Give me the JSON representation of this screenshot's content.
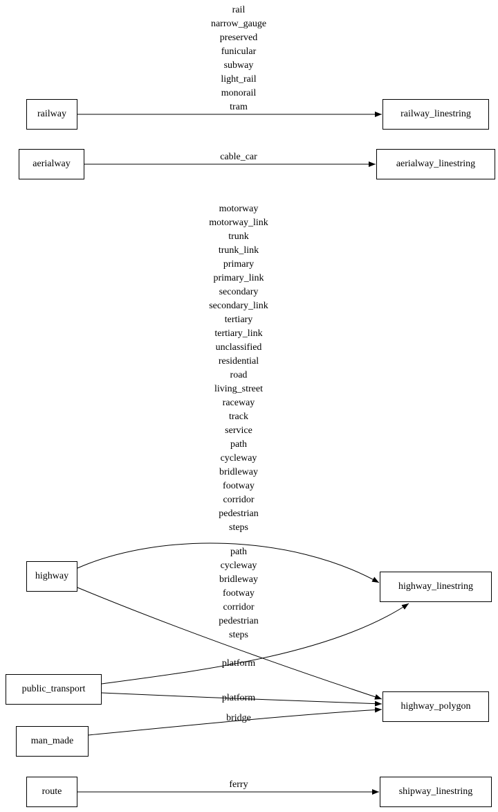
{
  "diagram": {
    "nodes": {
      "railway": "railway",
      "railway_linestring": "railway_linestring",
      "aerialway": "aerialway",
      "aerialway_linestring": "aerialway_linestring",
      "highway": "highway",
      "highway_linestring": "highway_linestring",
      "public_transport": "public_transport",
      "highway_polygon": "highway_polygon",
      "man_made": "man_made",
      "route": "route",
      "shipway_linestring": "shipway_linestring"
    },
    "edges": {
      "railway_to_railway_linestring": {
        "from": "railway",
        "to": "railway_linestring",
        "labels": [
          "rail",
          "narrow_gauge",
          "preserved",
          "funicular",
          "subway",
          "light_rail",
          "monorail",
          "tram"
        ]
      },
      "aerialway_to_aerialway_linestring": {
        "from": "aerialway",
        "to": "aerialway_linestring",
        "labels": [
          "cable_car"
        ]
      },
      "highway_to_highway_linestring": {
        "from": "highway",
        "to": "highway_linestring",
        "labels": [
          "motorway",
          "motorway_link",
          "trunk",
          "trunk_link",
          "primary",
          "primary_link",
          "secondary",
          "secondary_link",
          "tertiary",
          "tertiary_link",
          "unclassified",
          "residential",
          "road",
          "living_street",
          "raceway",
          "track",
          "service",
          "path",
          "cycleway",
          "bridleway",
          "footway",
          "corridor",
          "pedestrian",
          "steps"
        ]
      },
      "highway_to_highway_polygon": {
        "from": "highway",
        "to": "highway_polygon",
        "labels": [
          "path",
          "cycleway",
          "bridleway",
          "footway",
          "corridor",
          "pedestrian",
          "steps"
        ]
      },
      "public_transport_to_highway_linestring": {
        "from": "public_transport",
        "to": "highway_linestring",
        "labels": [
          "platform"
        ]
      },
      "public_transport_to_highway_polygon": {
        "from": "public_transport",
        "to": "highway_polygon",
        "labels": [
          "platform"
        ]
      },
      "man_made_to_highway_polygon": {
        "from": "man_made",
        "to": "highway_polygon",
        "labels": [
          "bridge"
        ]
      },
      "route_to_shipway_linestring": {
        "from": "route",
        "to": "shipway_linestring",
        "labels": [
          "ferry"
        ]
      }
    },
    "colors": {
      "node_border": "#000000",
      "edge_stroke": "#000000",
      "background": "#ffffff",
      "text": "#000000"
    }
  }
}
